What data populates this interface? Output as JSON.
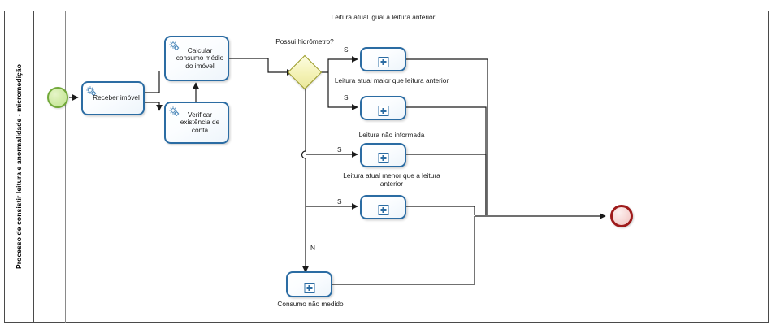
{
  "diagram": {
    "type": "bpmn-process",
    "pool_label": "Processo de consistir leitura e anormalidade - micromedição",
    "colors": {
      "task_border": "#2b6ca3",
      "gateway_border": "#9a9a22",
      "gateway_fill": "#f4f2b6",
      "start_event_border": "#72a93a",
      "start_event_fill": "#d3ecab",
      "end_event_border": "#9e1b1b",
      "end_event_fill": "#f7d9d7",
      "connector": "#1a1a1a",
      "pool_border": "#4a4a4a"
    },
    "events": {
      "start": {
        "name": "start-event",
        "label": ""
      },
      "end": {
        "name": "end-event",
        "label": ""
      }
    },
    "tasks": [
      {
        "id": "receber-imovel",
        "label": "Receber imóvel",
        "kind": "service",
        "icon": "gear-icon"
      },
      {
        "id": "calcular-consumo",
        "label": "Calcular consumo médio do imóvel",
        "kind": "service",
        "icon": "gear-icon"
      },
      {
        "id": "verificar-conta",
        "label": "Verificar existência de conta",
        "kind": "service",
        "icon": "gear-icon"
      }
    ],
    "gateway": {
      "id": "possui-hidrometro",
      "label": "Possui hidrômetro?",
      "kind": "exclusive",
      "outgoing": [
        {
          "label": "S",
          "target": "leitura-igual"
        },
        {
          "label": "S",
          "target": "leitura-maior"
        },
        {
          "label": "S",
          "target": "leitura-nao-informada"
        },
        {
          "label": "S",
          "target": "leitura-menor"
        },
        {
          "label": "N",
          "target": "consumo-nao-medido"
        }
      ]
    },
    "subprocesses": [
      {
        "id": "leitura-igual",
        "label": "Leitura atual igual à leitura anterior",
        "marker": "plus",
        "label_position": "above"
      },
      {
        "id": "leitura-maior",
        "label": "Leitura atual maior que leitura anterior",
        "marker": "plus",
        "label_position": "above"
      },
      {
        "id": "leitura-nao-informada",
        "label": "Leitura não informada",
        "marker": "plus",
        "label_position": "above"
      },
      {
        "id": "leitura-menor",
        "label": "Leitura atual menor que a leitura anterior",
        "marker": "plus",
        "label_position": "above"
      },
      {
        "id": "consumo-nao-medido",
        "label": "Consumo não medido",
        "marker": "plus",
        "label_position": "below"
      }
    ],
    "flow_labels": {
      "yes": "S",
      "no": "N"
    }
  }
}
